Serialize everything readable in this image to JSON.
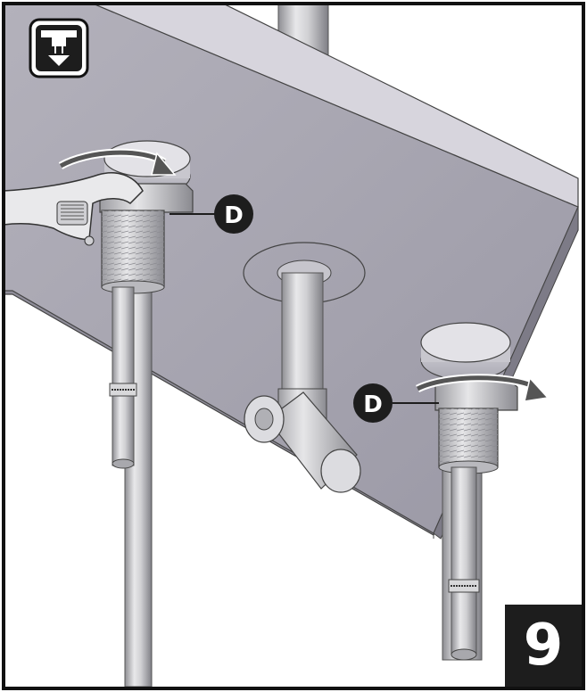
{
  "step": {
    "number": "9"
  },
  "callouts": [
    {
      "id": "left",
      "label": "D"
    },
    {
      "id": "right",
      "label": "D"
    }
  ],
  "icons": {
    "corner": "under-sink-install-icon",
    "wrench": "adjustable-wrench",
    "rotation": "clockwise-arrow-icon"
  },
  "colors": {
    "frame": "#111111",
    "panel_top": "#c9c7cf",
    "panel_bottom": "#9896a3",
    "panel_edge": "#6c6a75",
    "pipe": "#d4d4d6",
    "pipe_shadow": "#8d8d92",
    "callout_fill": "#1d1d1d"
  }
}
